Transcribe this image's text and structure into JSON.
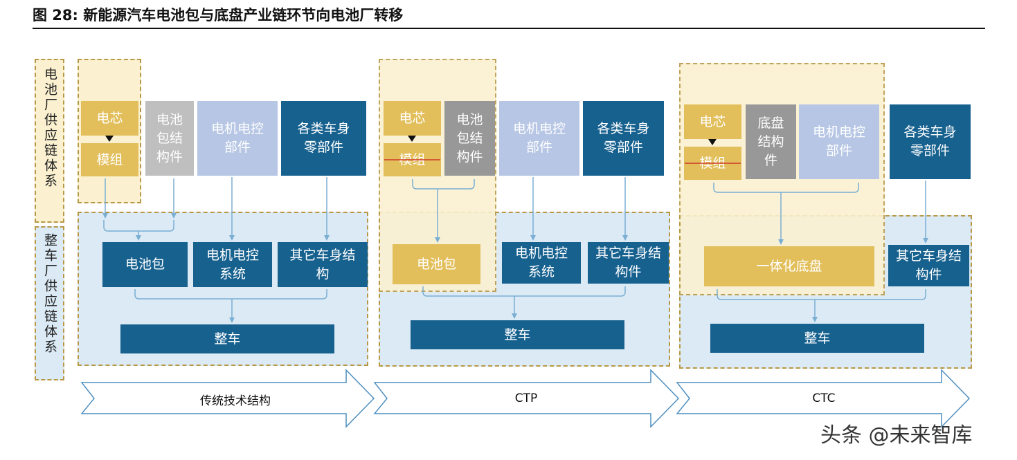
{
  "figure_title": "图 28: 新能源汽车电池包与底盘产业链环节向电池厂转移",
  "side_labels": {
    "battery": "电池厂供应链体系",
    "oem": "整车厂供应链体系"
  },
  "stages": {
    "traditional": "传统技术结构",
    "ctp": "CTP",
    "ctc": "CTC"
  },
  "traditional": {
    "cell": "电芯",
    "module": "模组",
    "pack_structure": "电池包结构件",
    "motor_parts": "电机电控部件",
    "body_parts": "各类车身零部件",
    "battery_pack": "电池包",
    "motor_system": "电机电控系统",
    "other_body": "其它车身结构",
    "vehicle": "整车"
  },
  "ctp": {
    "cell": "电芯",
    "module": "模组",
    "pack_structure": "电池包结构件",
    "motor_parts": "电机电控部件",
    "body_parts": "各类车身零部件",
    "battery_pack": "电池包",
    "motor_system": "电机电控系统",
    "other_body": "其它车身结构件",
    "vehicle": "整车"
  },
  "ctc": {
    "cell": "电芯",
    "module": "模组",
    "chassis_structure": "底盘结构件",
    "motor_parts": "电机电控部件",
    "body_parts": "各类车身零部件",
    "integrated_chassis": "一体化底盘",
    "other_body": "其它车身结构件",
    "vehicle": "整车"
  },
  "watermark": "头条 @未来智库",
  "colors": {
    "gold": "#e2bf5b",
    "grey": "#bfbfbf",
    "dark_grey": "#989898",
    "light_blue": "#b6c6e4",
    "navy": "#17618f",
    "battery_zone": "#fbf1d0",
    "oem_zone": "#dbeaf5",
    "dash": "#b89845",
    "connector": "#7aaed3",
    "strike": "#d03a2a"
  }
}
